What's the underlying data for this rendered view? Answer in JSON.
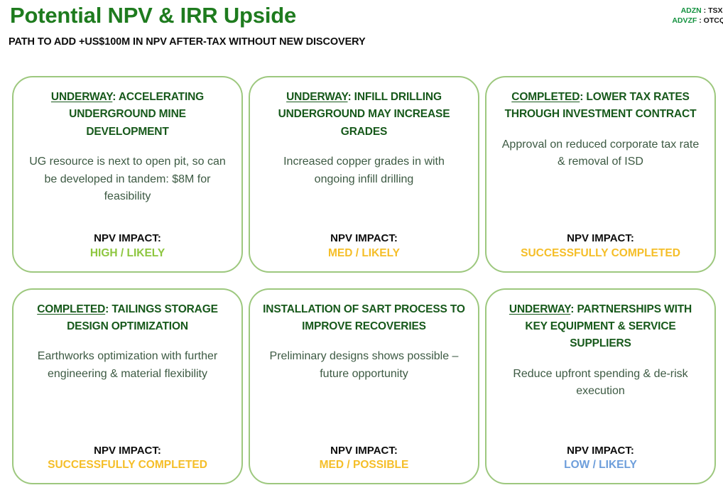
{
  "header": {
    "title": "Potential NPV & IRR Upside",
    "subtitle": "PATH TO ADD +US$100M IN NPV AFTER-TAX WITHOUT NEW DISCOVERY",
    "title_color": "#1E7B1E"
  },
  "tickers": [
    {
      "symbol": "ADZN",
      "separator": " : ",
      "exchange": "TSX-V"
    },
    {
      "symbol": "ADVZF",
      "separator": " : ",
      "exchange": "OTCQX"
    }
  ],
  "impact_colors": {
    "high_likely": "#8DC63F",
    "med_likely": "#F5BE28",
    "successfully_completed": "#F5BE28",
    "med_possible": "#F5BE28",
    "low_likely": "#6D9EDB"
  },
  "cards": [
    {
      "status_prefix": "UNDERWAY",
      "heading_rest": ": ACCELERATING UNDERGROUND MINE DEVELOPMENT",
      "body": "UG resource is next to open pit, so can be developed in tandem: $8M for feasibility",
      "impact_label": "NPV IMPACT:",
      "impact_value": "HIGH / LIKELY",
      "impact_color": "#8DC63F"
    },
    {
      "status_prefix": "UNDERWAY",
      "heading_rest": ": INFILL DRILLING UNDERGROUND MAY INCREASE GRADES",
      "body": "Increased copper grades in with ongoing infill drilling",
      "impact_label": "NPV IMPACT:",
      "impact_value": "MED / LIKELY",
      "impact_color": "#F5BE28"
    },
    {
      "status_prefix": "COMPLETED",
      "heading_rest": ": LOWER TAX RATES THROUGH INVESTMENT CONTRACT",
      "body": "Approval on reduced corporate tax rate & removal of ISD",
      "impact_label": "NPV IMPACT:",
      "impact_value": "SUCCESSFULLY COMPLETED",
      "impact_color": "#F5BE28"
    },
    {
      "status_prefix": "COMPLETED",
      "heading_rest": ": TAILINGS STORAGE DESIGN OPTIMIZATION",
      "body": "Earthworks optimization with further engineering & material flexibility",
      "impact_label": "NPV IMPACT:",
      "impact_value": "SUCCESSFULLY COMPLETED",
      "impact_color": "#F5BE28"
    },
    {
      "status_prefix": "",
      "heading_rest": "INSTALLATION OF SART PROCESS TO IMPROVE RECOVERIES",
      "body": "Preliminary designs shows possible – future opportunity",
      "impact_label": "NPV IMPACT:",
      "impact_value": "MED / POSSIBLE",
      "impact_color": "#F5BE28"
    },
    {
      "status_prefix": "UNDERWAY",
      "heading_rest": ": PARTNERSHIPS WITH KEY EQUIPMENT & SERVICE SUPPLIERS",
      "body": "Reduce upfront spending & de-risk execution",
      "impact_label": "NPV IMPACT:",
      "impact_value": "LOW / LIKELY",
      "impact_color": "#6D9EDB"
    }
  ]
}
